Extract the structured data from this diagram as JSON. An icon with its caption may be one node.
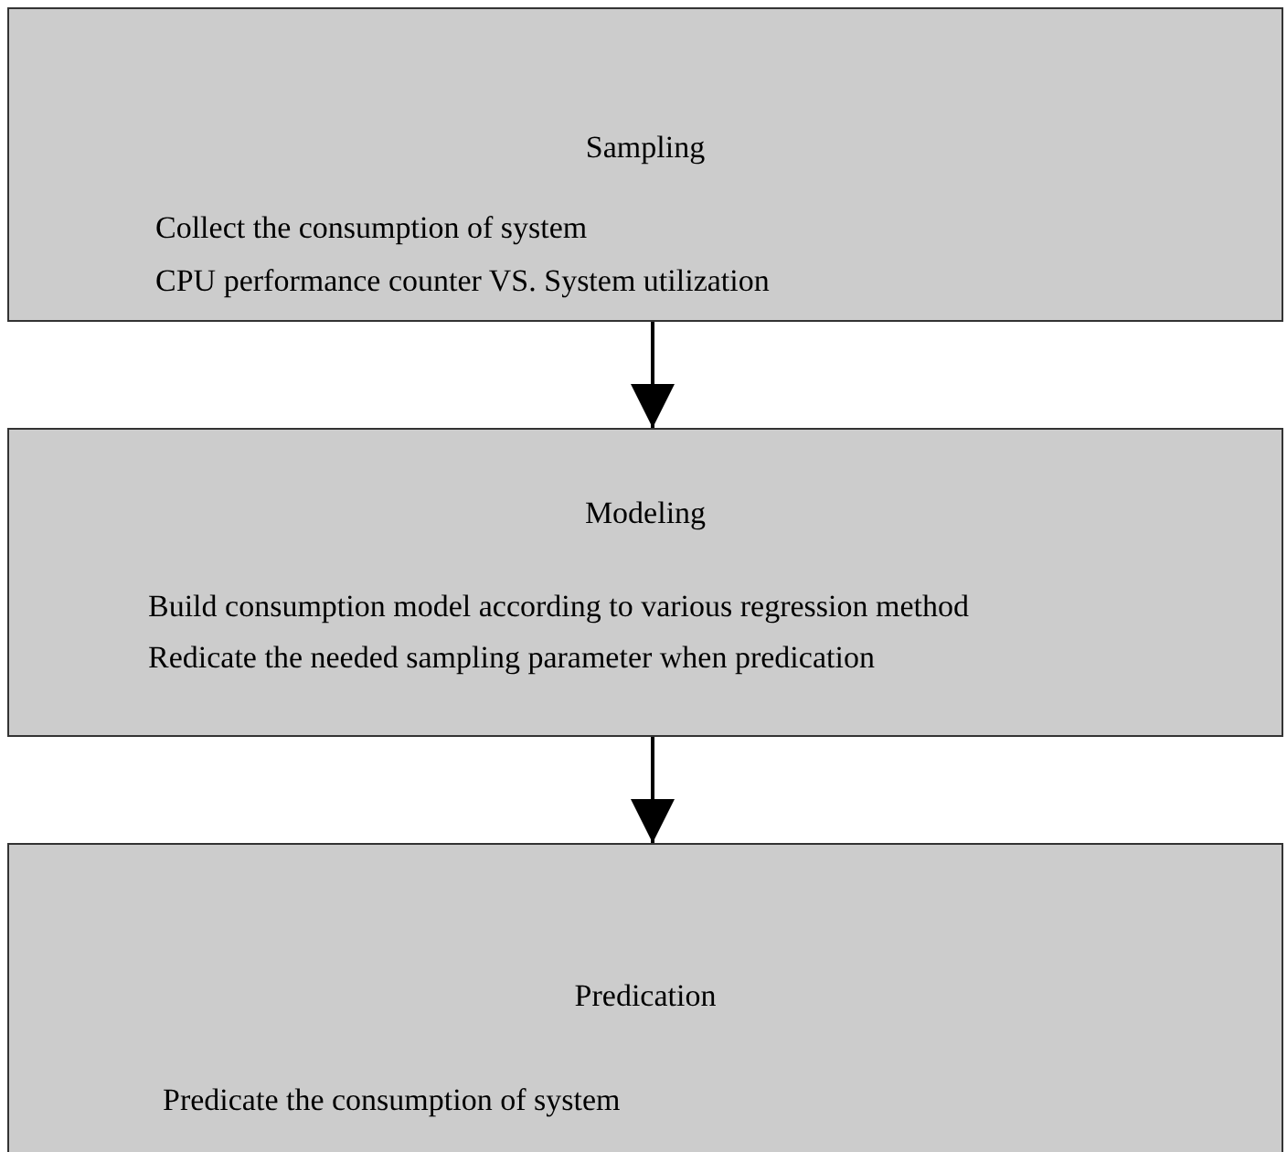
{
  "diagram": {
    "nodes": [
      {
        "text": [
          "Sampling",
          "Collect the consumption of system",
          "CPU performance counter VS. System utilization"
        ]
      },
      {
        "text": [
          "Modeling",
          "Build consumption model according to various regression method",
          "Redicate the needed sampling parameter when predication"
        ]
      },
      {
        "text": [
          "Predication",
          "Predicate the consumption of system"
        ]
      }
    ],
    "edges": [
      {
        "from": 0,
        "to": 1,
        "arrow": "to"
      },
      {
        "from": 1,
        "to": 2,
        "arrow": "to"
      }
    ]
  }
}
